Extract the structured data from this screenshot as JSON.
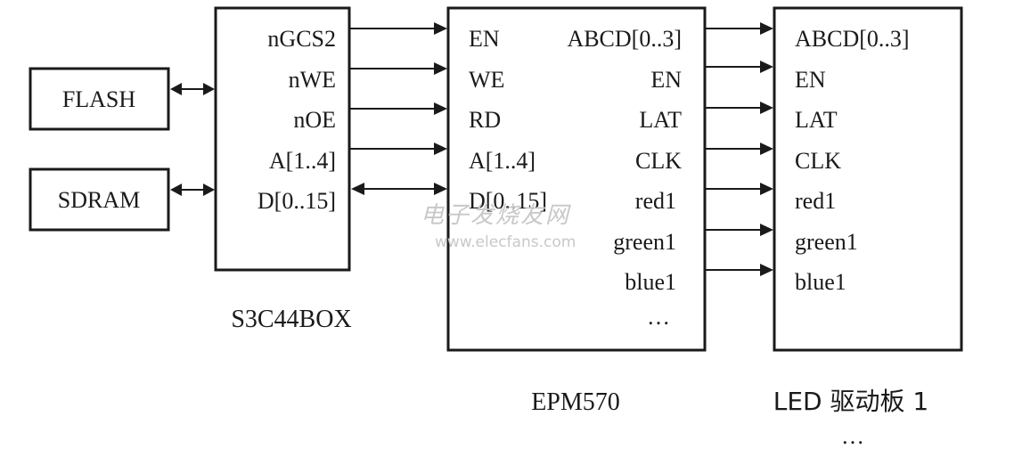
{
  "blocks": {
    "flash": {
      "label": "FLASH"
    },
    "sdram": {
      "label": "SDRAM"
    },
    "cpu": {
      "caption": "S3C44BOX",
      "pins": [
        "nGCS2",
        "nWE",
        "nOE",
        "A[1..4]",
        "D[0..15]"
      ]
    },
    "cpld": {
      "caption": "EPM570",
      "left_pins": [
        "EN",
        "WE",
        "RD",
        "A[1..4]",
        "D[0..15]"
      ],
      "right_pins": [
        "ABCD[0..3]",
        "EN",
        "LAT",
        "CLK",
        "red1",
        "green1",
        "blue1",
        "…"
      ]
    },
    "led_board": {
      "caption": "LED 驱动板 1",
      "pins": [
        "ABCD[0..3]",
        "EN",
        "LAT",
        "CLK",
        "red1",
        "green1",
        "blue1"
      ]
    }
  },
  "more_indicator": "…",
  "watermark": {
    "text": "电子发烧友网",
    "url": "www.elecfans.com"
  }
}
